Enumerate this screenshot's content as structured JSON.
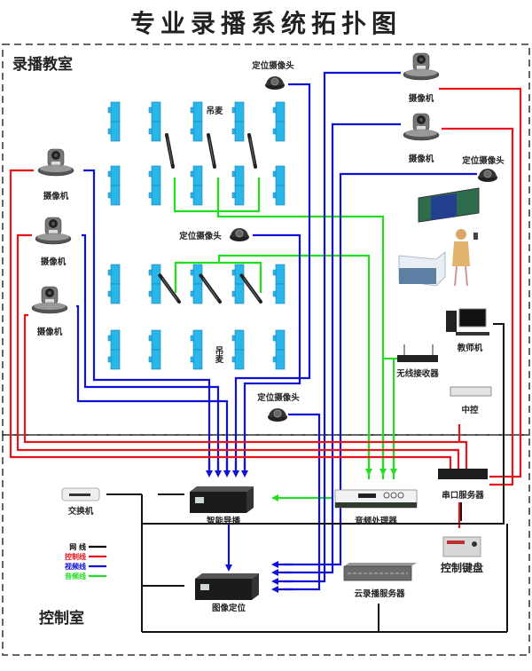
{
  "title": "专业录播系统拓扑图",
  "zones": {
    "classroom": "录播教室",
    "control_room": "控制室"
  },
  "devices": {
    "cam_top_right_1": "摄像机",
    "cam_top_right_2": "摄像机",
    "cam_left_1": "摄像机",
    "cam_left_2": "摄像机",
    "cam_left_3": "摄像机",
    "ptz_top": "定位摄像头",
    "ptz_right": "定位摄像头",
    "ptz_mid": "定位摄像头",
    "ptz_bottom": "定位摄像头",
    "hanging_mic_top": "吊麦",
    "hanging_mic_bottom": "吊麦",
    "teacher_pc": "教师机",
    "wireless_receiver": "无线接收器",
    "central_control": "中控",
    "switch": "交换机",
    "smart_director": "智能导播",
    "audio_processor": "音频处理器",
    "serial_server": "串口服务器",
    "control_keyboard": "控制键盘",
    "image_tracking": "图像定位",
    "cloud_server": "云录播服务器"
  },
  "legend": [
    {
      "label": "网  线",
      "color": "#000000",
      "type": "network"
    },
    {
      "label": "控制线",
      "color": "#e8141b",
      "type": "control"
    },
    {
      "label": "视频线",
      "color": "#1010d8",
      "type": "video"
    },
    {
      "label": "音频线",
      "color": "#22dd22",
      "type": "audio"
    }
  ],
  "colors": {
    "network": "#000000",
    "control": "#e8141b",
    "video": "#1010d8",
    "audio": "#22dd22",
    "desk": "#29b6e8",
    "dashed": "#333333"
  }
}
